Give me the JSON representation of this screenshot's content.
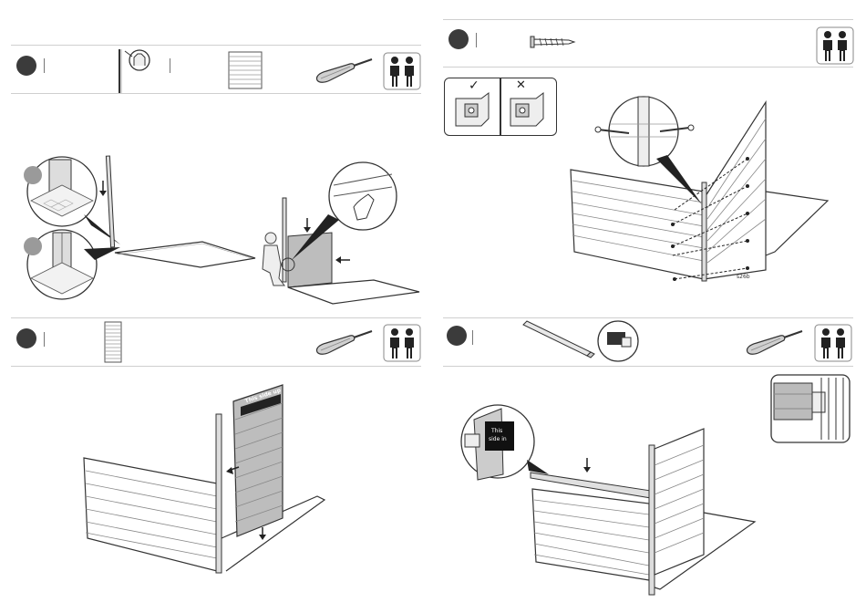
{
  "callouts": {
    "this_side_up": "This side up",
    "this_side_in_line1": "This",
    "this_side_in_line2": "side in",
    "part_code": "s26b"
  },
  "labels": {
    "check_mark": "✓",
    "cross_mark": "✕"
  },
  "icons": {
    "two_person": "two-person-icon",
    "screwdriver": "screwdriver-icon",
    "screw": "screw-icon"
  },
  "colors": {
    "step_dot": "#3b3b3b",
    "grey_dot": "#9a9a9a",
    "line": "#cfcfcf"
  }
}
